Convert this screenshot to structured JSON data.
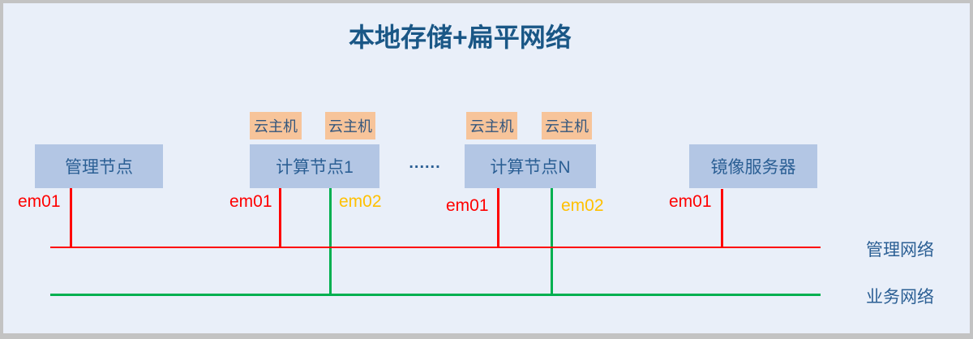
{
  "title": "本地存储+扁平网络",
  "ellipsis": "......",
  "nodes": {
    "management": {
      "label": "管理节点"
    },
    "compute1": {
      "label": "计算节点1",
      "vms": [
        "云主机",
        "云主机"
      ]
    },
    "computeN": {
      "label": "计算节点N",
      "vms": [
        "云主机",
        "云主机"
      ]
    },
    "image_server": {
      "label": "镜像服务器"
    }
  },
  "nics": {
    "management_em01": "em01",
    "compute1_em01": "em01",
    "compute1_em02": "em02",
    "computeN_em01": "em01",
    "computeN_em02": "em02",
    "image_server_em01": "em01"
  },
  "networks": {
    "management": {
      "label": "管理网络",
      "color": "#FF0000"
    },
    "business": {
      "label": "业务网络",
      "color": "#00B050"
    }
  },
  "colors": {
    "background": "#E9EFF9",
    "frame": "#C3C3C3",
    "node_fill": "#B3C6E4",
    "node_text": "#2B5F94",
    "vm_fill": "#F7C49A",
    "vm_text": "#33567D",
    "title_text": "#1A5786",
    "em01": "#FF0000",
    "em02": "#FFC000",
    "mgmt_line": "#FF0000",
    "biz_line": "#00B050"
  }
}
